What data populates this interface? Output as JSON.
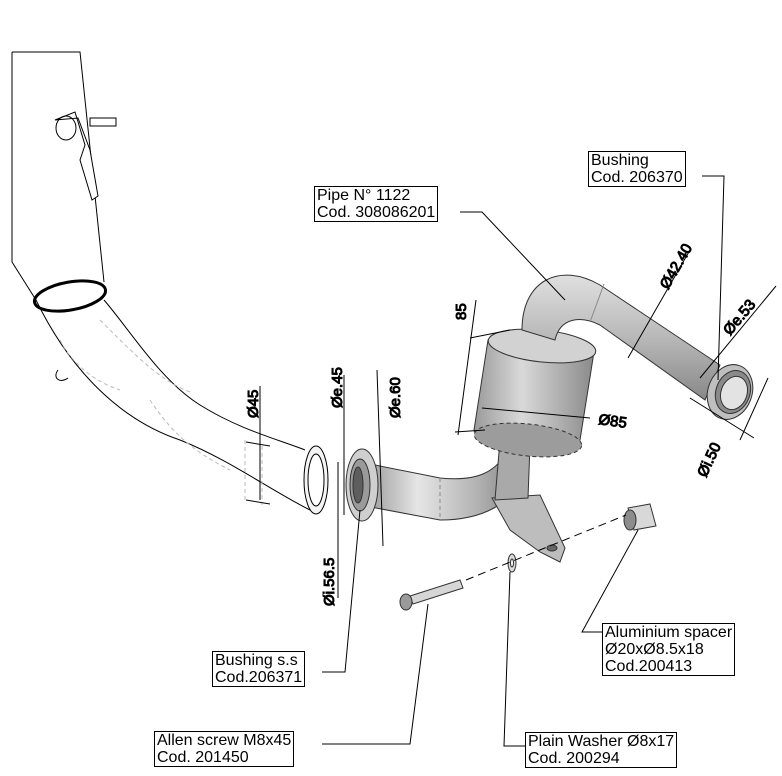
{
  "callouts": {
    "pipe": {
      "line1": "Pipe N° 1122",
      "line2": "Cod. 308086201"
    },
    "bushing": {
      "line1": "Bushing",
      "line2": "Cod. 206370"
    },
    "bushing_ss": {
      "line1": "Bushing s.s",
      "line2": "Cod.206371"
    },
    "allen": {
      "line1": "Allen screw M8x45",
      "line2": "Cod. 201450"
    },
    "washer": {
      "line1": "Plain Washer Ø8x17",
      "line2": "Cod. 200294"
    },
    "spacer": {
      "line1": "Aluminium spacer",
      "line2": "Ø20xØ8.5x18",
      "line3": "Cod.200413"
    }
  },
  "dimensions": {
    "d45": "Ø45",
    "de45": "Øe.45",
    "de60": "Øe.60",
    "di565": "Øi.56.5",
    "h85": "85",
    "d85": "Ø85",
    "d4240": "Ø42.40",
    "de53": "Øe.53",
    "di50": "Øi.50"
  }
}
